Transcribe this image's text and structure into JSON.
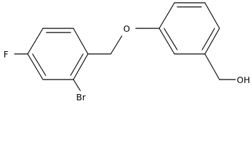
{
  "molecule": {
    "atoms": {
      "fluorine": "F",
      "bromine": "Br",
      "ether_oxygen": "O",
      "hydroxyl": "OH"
    },
    "line_color": "#000000",
    "background": "#ffffff"
  }
}
